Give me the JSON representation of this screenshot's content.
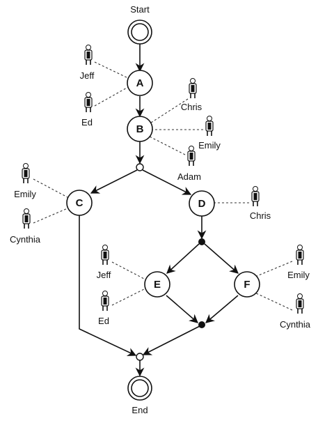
{
  "start_label": "Start",
  "end_label": "End",
  "nodes": {
    "A": "A",
    "B": "B",
    "C": "C",
    "D": "D",
    "E": "E",
    "F": "F"
  },
  "people": {
    "A_jeff": "Jeff",
    "A_ed": "Ed",
    "B_chris": "Chris",
    "B_emily": "Emily",
    "B_adam": "Adam",
    "C_emily": "Emily",
    "C_cynthia": "Cynthia",
    "D_chris": "Chris",
    "E_jeff": "Jeff",
    "E_ed": "Ed",
    "F_emily": "Emily",
    "F_cynthia": "Cynthia"
  }
}
